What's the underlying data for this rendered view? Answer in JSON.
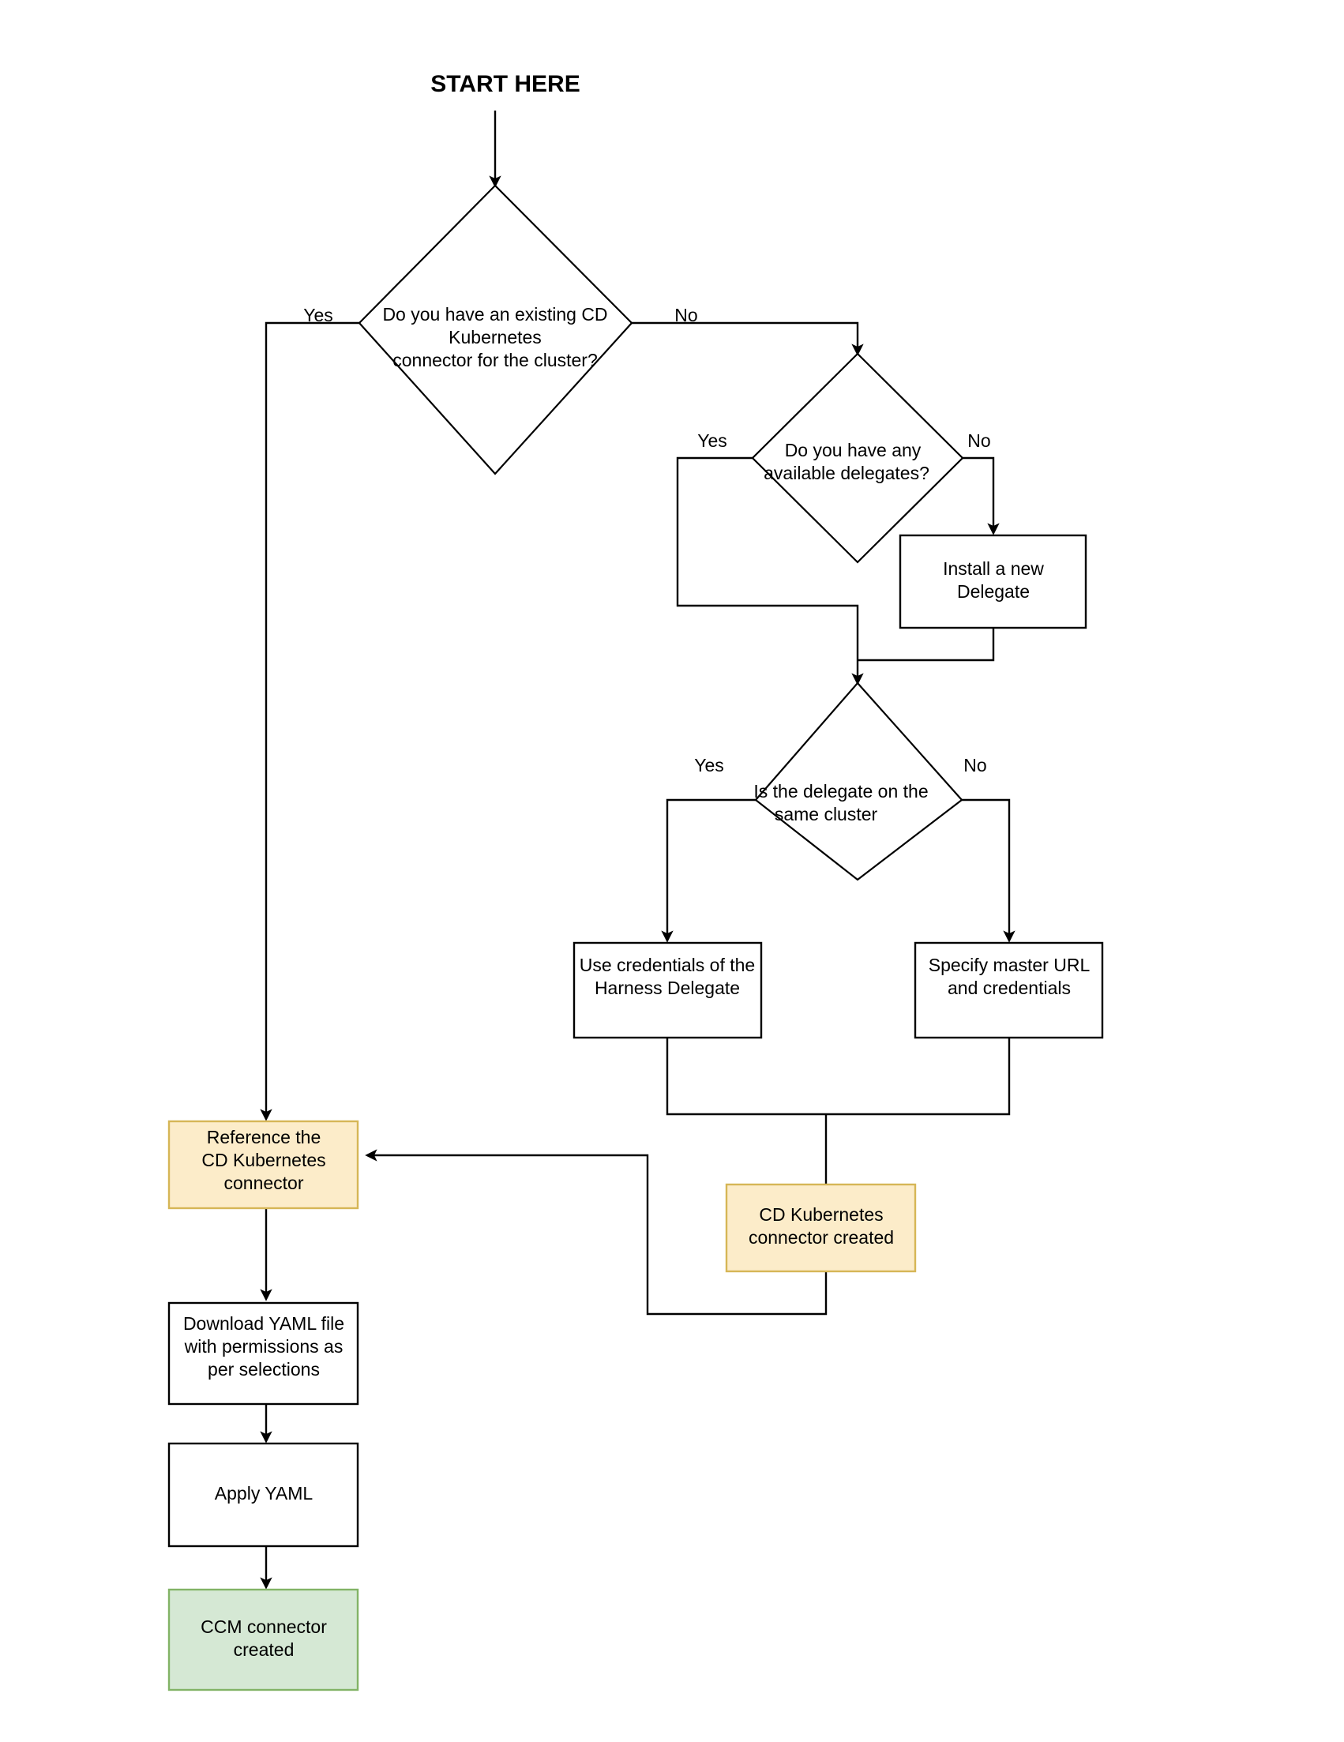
{
  "diagram": {
    "title_text": "START HERE",
    "colors": {
      "orange_fill": "#FCECC9",
      "orange_stroke": "#D6B656",
      "green_fill": "#D5E8D4",
      "green_stroke": "#82B366",
      "line": "#000000",
      "plain_fill": "#FFFFFF"
    },
    "nodes": {
      "start": {
        "label": "START HERE"
      },
      "decision_existing_connector": {
        "line1": "Do you have an existing CD",
        "line2": "Kubernetes",
        "line3": "connector for the cluster?"
      },
      "decision_available_delegates": {
        "line1": "Do you have any",
        "line2": "available delegates?"
      },
      "install_delegate": {
        "line1": "Install a new",
        "line2": "Delegate"
      },
      "decision_same_cluster": {
        "line1": "Is the delegate on the",
        "line2": "same cluster"
      },
      "use_delegate_credentials": {
        "line1": "Use credentials of the",
        "line2": "Harness Delegate"
      },
      "specify_master_url": {
        "line1": "Specify master URL",
        "line2": "and credentials"
      },
      "reference_connector": {
        "line1": "Reference the",
        "line2": "CD Kubernetes",
        "line3": "connector"
      },
      "cd_connector_created": {
        "line1": "CD Kubernetes",
        "line2": "connector created"
      },
      "download_yaml": {
        "line1": "Download YAML file",
        "line2": "with permissions as",
        "line3": "per selections"
      },
      "apply_yaml": {
        "line1": "Apply YAML"
      },
      "ccm_connector_created": {
        "line1": "CCM connector",
        "line2": "created"
      }
    },
    "edge_labels": {
      "d1_yes": "Yes",
      "d1_no": "No",
      "d2_yes": "Yes",
      "d2_no": "No",
      "d3_yes": "Yes",
      "d3_no": "No"
    }
  }
}
